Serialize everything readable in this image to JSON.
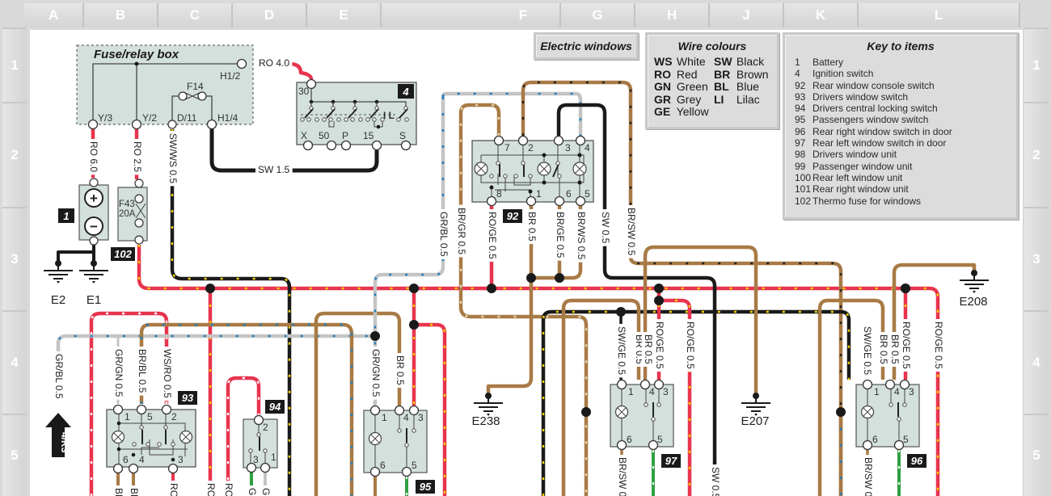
{
  "grid": {
    "columns": [
      "A",
      "B",
      "C",
      "D",
      "E",
      "F",
      "G",
      "H",
      "J",
      "K",
      "L"
    ],
    "rows": [
      "1",
      "2",
      "3",
      "4",
      "5"
    ]
  },
  "title": "Electric windows",
  "wire_colours": {
    "heading": "Wire colours",
    "entries": [
      {
        "code": "WS",
        "name": "White"
      },
      {
        "code": "SW",
        "name": "Black"
      },
      {
        "code": "RO",
        "name": "Red"
      },
      {
        "code": "BR",
        "name": "Brown"
      },
      {
        "code": "GN",
        "name": "Green"
      },
      {
        "code": "BL",
        "name": "Blue"
      },
      {
        "code": "GR",
        "name": "Grey"
      },
      {
        "code": "LI",
        "name": "Lilac"
      },
      {
        "code": "GE",
        "name": "Yellow"
      }
    ]
  },
  "key": {
    "heading": "Key to items",
    "items": [
      {
        "num": "1",
        "label": "Battery"
      },
      {
        "num": "4",
        "label": "Ignition switch"
      },
      {
        "num": "92",
        "label": "Rear window console switch"
      },
      {
        "num": "93",
        "label": "Drivers window switch"
      },
      {
        "num": "94",
        "label": "Drivers central locking switch"
      },
      {
        "num": "95",
        "label": "Passengers window switch"
      },
      {
        "num": "96",
        "label": "Rear right window switch in door"
      },
      {
        "num": "97",
        "label": "Rear left window switch in door"
      },
      {
        "num": "98",
        "label": "Drivers window unit"
      },
      {
        "num": "99",
        "label": "Passenger window unit"
      },
      {
        "num": "100",
        "label": "Rear left window unit"
      },
      {
        "num": "101",
        "label": "Rear right window unit"
      },
      {
        "num": "102",
        "label": "Thermo fuse for windows"
      }
    ]
  },
  "colors": {
    "red": "#e8344e",
    "brown": "#a87a45",
    "black": "#1a1a1a",
    "grey": "#c4c4c4",
    "blue_dot": "#1f7fc0",
    "yellow_dot": "#f5d000",
    "green": "#2fa040",
    "component_fill": "#d3e0dc",
    "panel_bg": "#dcdcdc"
  },
  "fuse_box": {
    "label": "Fuse/relay box",
    "terminals": [
      "H1/2",
      "Y/3",
      "Y/2",
      "D/11",
      "H1/4"
    ],
    "fuse": "F14"
  },
  "ignition_switch": {
    "id": "4",
    "terminals": [
      "30",
      "X",
      "50",
      "P",
      "15",
      "S"
    ],
    "marks": "I L"
  },
  "battery": {
    "id": "1"
  },
  "thermo_fuse": {
    "id": "102",
    "label_line1": "F43",
    "label_line2": "20A"
  },
  "grounds": [
    "E2",
    "E1",
    "E238",
    "E207",
    "E208"
  ],
  "connector_ref": "4/K3",
  "components": {
    "c92": {
      "id": "92",
      "pins": [
        "7",
        "2",
        "3",
        "4",
        "8",
        "1",
        "6",
        "5"
      ]
    },
    "c93": {
      "id": "93",
      "pins": [
        "1",
        "5",
        "2",
        "6",
        "4",
        "3"
      ]
    },
    "c94": {
      "id": "94",
      "pins": [
        "2",
        "3",
        "1"
      ]
    },
    "c95": {
      "id": "95",
      "pins": [
        "1",
        "4",
        "3",
        "6",
        "5"
      ]
    },
    "c96": {
      "id": "96",
      "pins": [
        "1",
        "4",
        "3",
        "6",
        "5"
      ]
    },
    "c97": {
      "id": "97",
      "pins": [
        "1",
        "4",
        "3",
        "6",
        "5"
      ]
    }
  },
  "wire_labels": {
    "ro40": "RO 4.0",
    "ro60": "RO 6.0",
    "ro25": "RO 2.5",
    "swws05": "SW/WS 0.5",
    "sw15": "SW 1.5",
    "grbl05": "GR/BL 0.5",
    "brgr05": "BR/GR 0.5",
    "roge05": "RO/GE 0.5",
    "br05": "BR 0.5",
    "brge05": "BR/GE 0.5",
    "brws05": "BR/WS 0.5",
    "sw05": "SW 0.5",
    "brsw05": "BR/SW 0.5",
    "grgn05": "GR/GN 0.5",
    "brbl05": "BR/BL 0.5",
    "wsro05": "WS/RO 0.5",
    "swge05": "SW/GE 0.5",
    "ro_trunc": "RO",
    "br_trunc": "BR",
    "g_trunc": "G",
    "sw_trunc": "SW 0.5",
    "brsw_trunc": "BR/SW 0"
  }
}
